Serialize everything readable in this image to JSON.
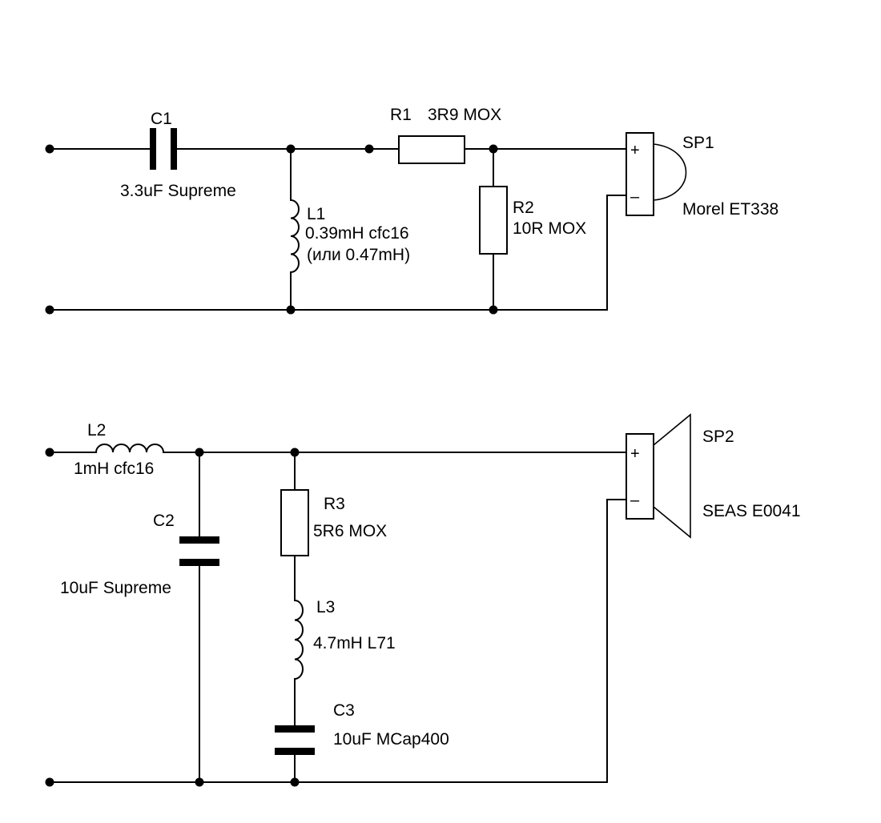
{
  "tweeter": {
    "C1": {
      "ref": "C1",
      "value": "3.3uF Supreme"
    },
    "R1": {
      "ref": "R1",
      "value": "3R9 MOX"
    },
    "L1": {
      "ref": "L1",
      "value": "0.39mH cfc16",
      "alt": "(или 0.47mH)"
    },
    "R2": {
      "ref": "R2",
      "value": "10R MOX"
    },
    "SP1": {
      "ref": "SP1",
      "model": "Morel ET338",
      "plus": "+",
      "minus": "–"
    }
  },
  "woofer": {
    "L2": {
      "ref": "L2",
      "value": "1mH cfc16"
    },
    "C2": {
      "ref": "C2",
      "value": "10uF Supreme"
    },
    "R3": {
      "ref": "R3",
      "value": "5R6 MOX"
    },
    "L3": {
      "ref": "L3",
      "value": "4.7mH L71"
    },
    "C3": {
      "ref": "C3",
      "value": "10uF MCap400"
    },
    "SP2": {
      "ref": "SP2",
      "model": "SEAS E0041",
      "plus": "+",
      "minus": "–"
    }
  }
}
